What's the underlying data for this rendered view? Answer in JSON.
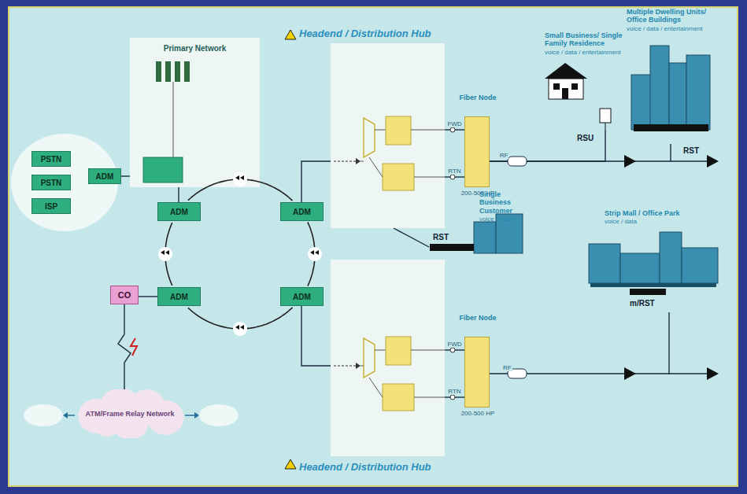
{
  "diagram": {
    "nodes": [
      {
        "text": [
          "Primary Network"
        ]
      },
      {
        "text": [
          "PSTN"
        ]
      },
      {
        "text": [
          "PSTN"
        ]
      },
      {
        "text": [
          "ISP"
        ]
      },
      {
        "text": [
          "ADM"
        ]
      },
      {
        "text": [
          "ADM"
        ]
      },
      {
        "text": [
          "ADM"
        ]
      },
      {
        "text": [
          "ADM"
        ]
      },
      {
        "text": [
          "ADM"
        ]
      },
      {
        "text": [
          "CO"
        ]
      },
      {
        "text": [
          "ATM/Frame Relay Network"
        ]
      },
      {
        "text": [
          "Headend / Distribution Hub"
        ]
      },
      {
        "text": [
          "Headend / Distribution Hub"
        ]
      },
      {
        "text": [
          "Fiber Node",
          "200-500 HP"
        ]
      },
      {
        "text": [
          "Fiber Node",
          "200-500 HP"
        ]
      },
      {
        "text": [
          "Small Business/ Single Family Residence",
          "voice / data / entertainment"
        ]
      },
      {
        "text": [
          "Multiple Dwelling Units/ Office Buildings",
          "voice / data / entertainment"
        ]
      },
      {
        "text": [
          "Single Business Customer",
          "voice / data"
        ]
      },
      {
        "text": [
          "Strip Mall / Office Park",
          "voice / data"
        ]
      }
    ],
    "edges": [
      {
        "from": 4,
        "to": 0,
        "arrow": "none"
      },
      {
        "from": 0,
        "to": 5,
        "arrow": "none"
      },
      {
        "from": 5,
        "to": 6,
        "arrow": "none"
      },
      {
        "from": 6,
        "to": 8,
        "arrow": "none"
      },
      {
        "from": 8,
        "to": 7,
        "arrow": "none"
      },
      {
        "from": 7,
        "to": 5,
        "arrow": "none"
      },
      {
        "from": 9,
        "to": 7,
        "arrow": "none"
      },
      {
        "from": 9,
        "to": 10,
        "arrow": "none"
      },
      {
        "from": 6,
        "to": 11,
        "arrow": "none"
      },
      {
        "from": 8,
        "to": 12,
        "arrow": "none"
      },
      {
        "from": 11,
        "to": 13,
        "label": "FWD",
        "arrow": "none"
      },
      {
        "from": 11,
        "to": 13,
        "label": "RTN",
        "arrow": "none"
      },
      {
        "from": 12,
        "to": 14,
        "label": "FWD",
        "arrow": "none"
      },
      {
        "from": 12,
        "to": 14,
        "label": "RTN",
        "arrow": "none"
      },
      {
        "from": 11,
        "to": 17,
        "arrow": "none"
      },
      {
        "from": 13,
        "to": 15,
        "label": "RF",
        "arrow": "none"
      },
      {
        "from": 13,
        "to": 16,
        "arrow": "none"
      },
      {
        "from": 14,
        "to": 18,
        "label": "RF",
        "arrow": "none"
      }
    ],
    "labels": [
      "RSU",
      "RST",
      "RST",
      "m/RST"
    ]
  }
}
